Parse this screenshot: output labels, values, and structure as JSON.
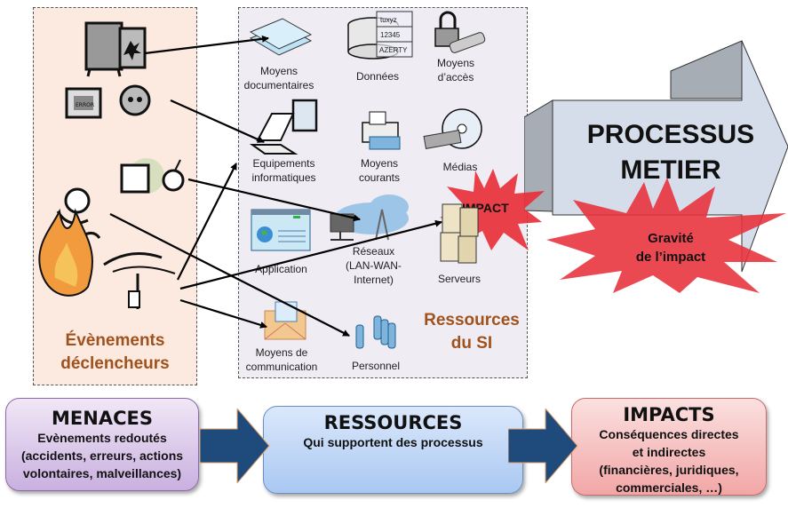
{
  "events_panel": {
    "title_line1": "Évènements",
    "title_line2": "déclencheurs",
    "icons": [
      "safe-break-in-icon",
      "user-error-icon",
      "malicious-person-bomb-icon",
      "accident-fall-icon",
      "fire-icon",
      "storm-lightning-icon"
    ]
  },
  "resources_panel": {
    "title_line1": "Ressources",
    "title_line2": "du SI",
    "items": [
      {
        "label_line1": "Moyens",
        "label_line2": "documentaires",
        "icon": "documents-icon"
      },
      {
        "label_line1": "Données",
        "label_line2": "",
        "icon": "database-icon",
        "table": [
          "tuxyz",
          "12345",
          "AZERTY"
        ]
      },
      {
        "label_line1": "Moyens",
        "label_line2": "d’accès",
        "icon": "lock-usb-icon"
      },
      {
        "label_line1": "Equipements",
        "label_line2": "informatiques",
        "icon": "computer-icon"
      },
      {
        "label_line1": "Moyens",
        "label_line2": "courants",
        "icon": "fax-phone-icon"
      },
      {
        "label_line1": "Médias",
        "label_line2": "",
        "icon": "cd-media-icon"
      },
      {
        "label_line1": "Application",
        "label_line2": "",
        "icon": "application-window-icon"
      },
      {
        "label_line1": "Réseaux",
        "label_line2": "(LAN-WAN-",
        "label_line3": "Internet)",
        "icon": "network-icon"
      },
      {
        "label_line1": "Serveurs",
        "label_line2": "",
        "icon": "servers-icon"
      },
      {
        "label_line1": "Moyens de",
        "label_line2": "communication",
        "icon": "envelope-icon"
      },
      {
        "label_line1": "Personnel",
        "label_line2": "",
        "icon": "people-icon"
      }
    ]
  },
  "impact_burst": {
    "label": "IMPACT",
    "color": "#e8303a"
  },
  "process": {
    "line1": "PROCESSUS",
    "line2": "METIER",
    "color": "#d4dde9"
  },
  "gravity_burst": {
    "line1": "Gravité",
    "line2": "de l’impact",
    "color": "#e8303a"
  },
  "bottom": {
    "menaces": {
      "title": "MENACES",
      "lines": [
        "Evènements redoutés",
        "(accidents, erreurs, actions",
        "volontaires, malveillances)"
      ]
    },
    "ressources": {
      "title": "RESSOURCES",
      "lines": [
        "Qui supportent des processus"
      ]
    },
    "impacts": {
      "title": "IMPACTS",
      "lines": [
        "Conséquences directes",
        "et indirectes",
        "(financières, juridiques,",
        "commerciales, …)"
      ]
    },
    "arrow_color": "#1f4a7c"
  }
}
